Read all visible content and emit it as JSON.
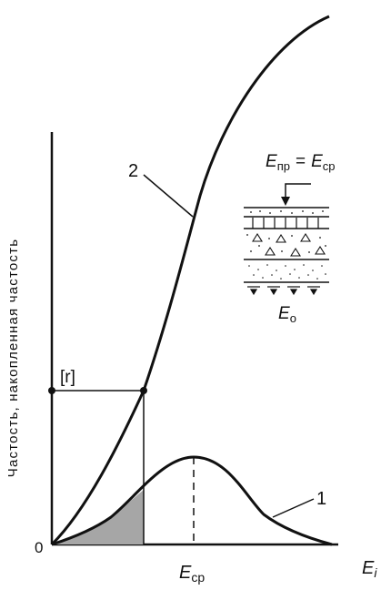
{
  "ylabel": "Частость, накопленная частость",
  "origin": "0",
  "r_label": "[r]",
  "x_mark": "E",
  "x_mark_sub": "ср",
  "x_axis_var": "E",
  "x_axis_var_sub": "i",
  "curve1": "1",
  "curve2": "2",
  "inset": {
    "top_lhs": "E",
    "top_lhs_sub": "пр",
    "eq": "=",
    "top_rhs": "E",
    "top_rhs_sub": "ср",
    "bottom": "E",
    "bottom_sub": "о"
  },
  "colors": {
    "line": "#111111",
    "shade": "#a6a6a6"
  }
}
